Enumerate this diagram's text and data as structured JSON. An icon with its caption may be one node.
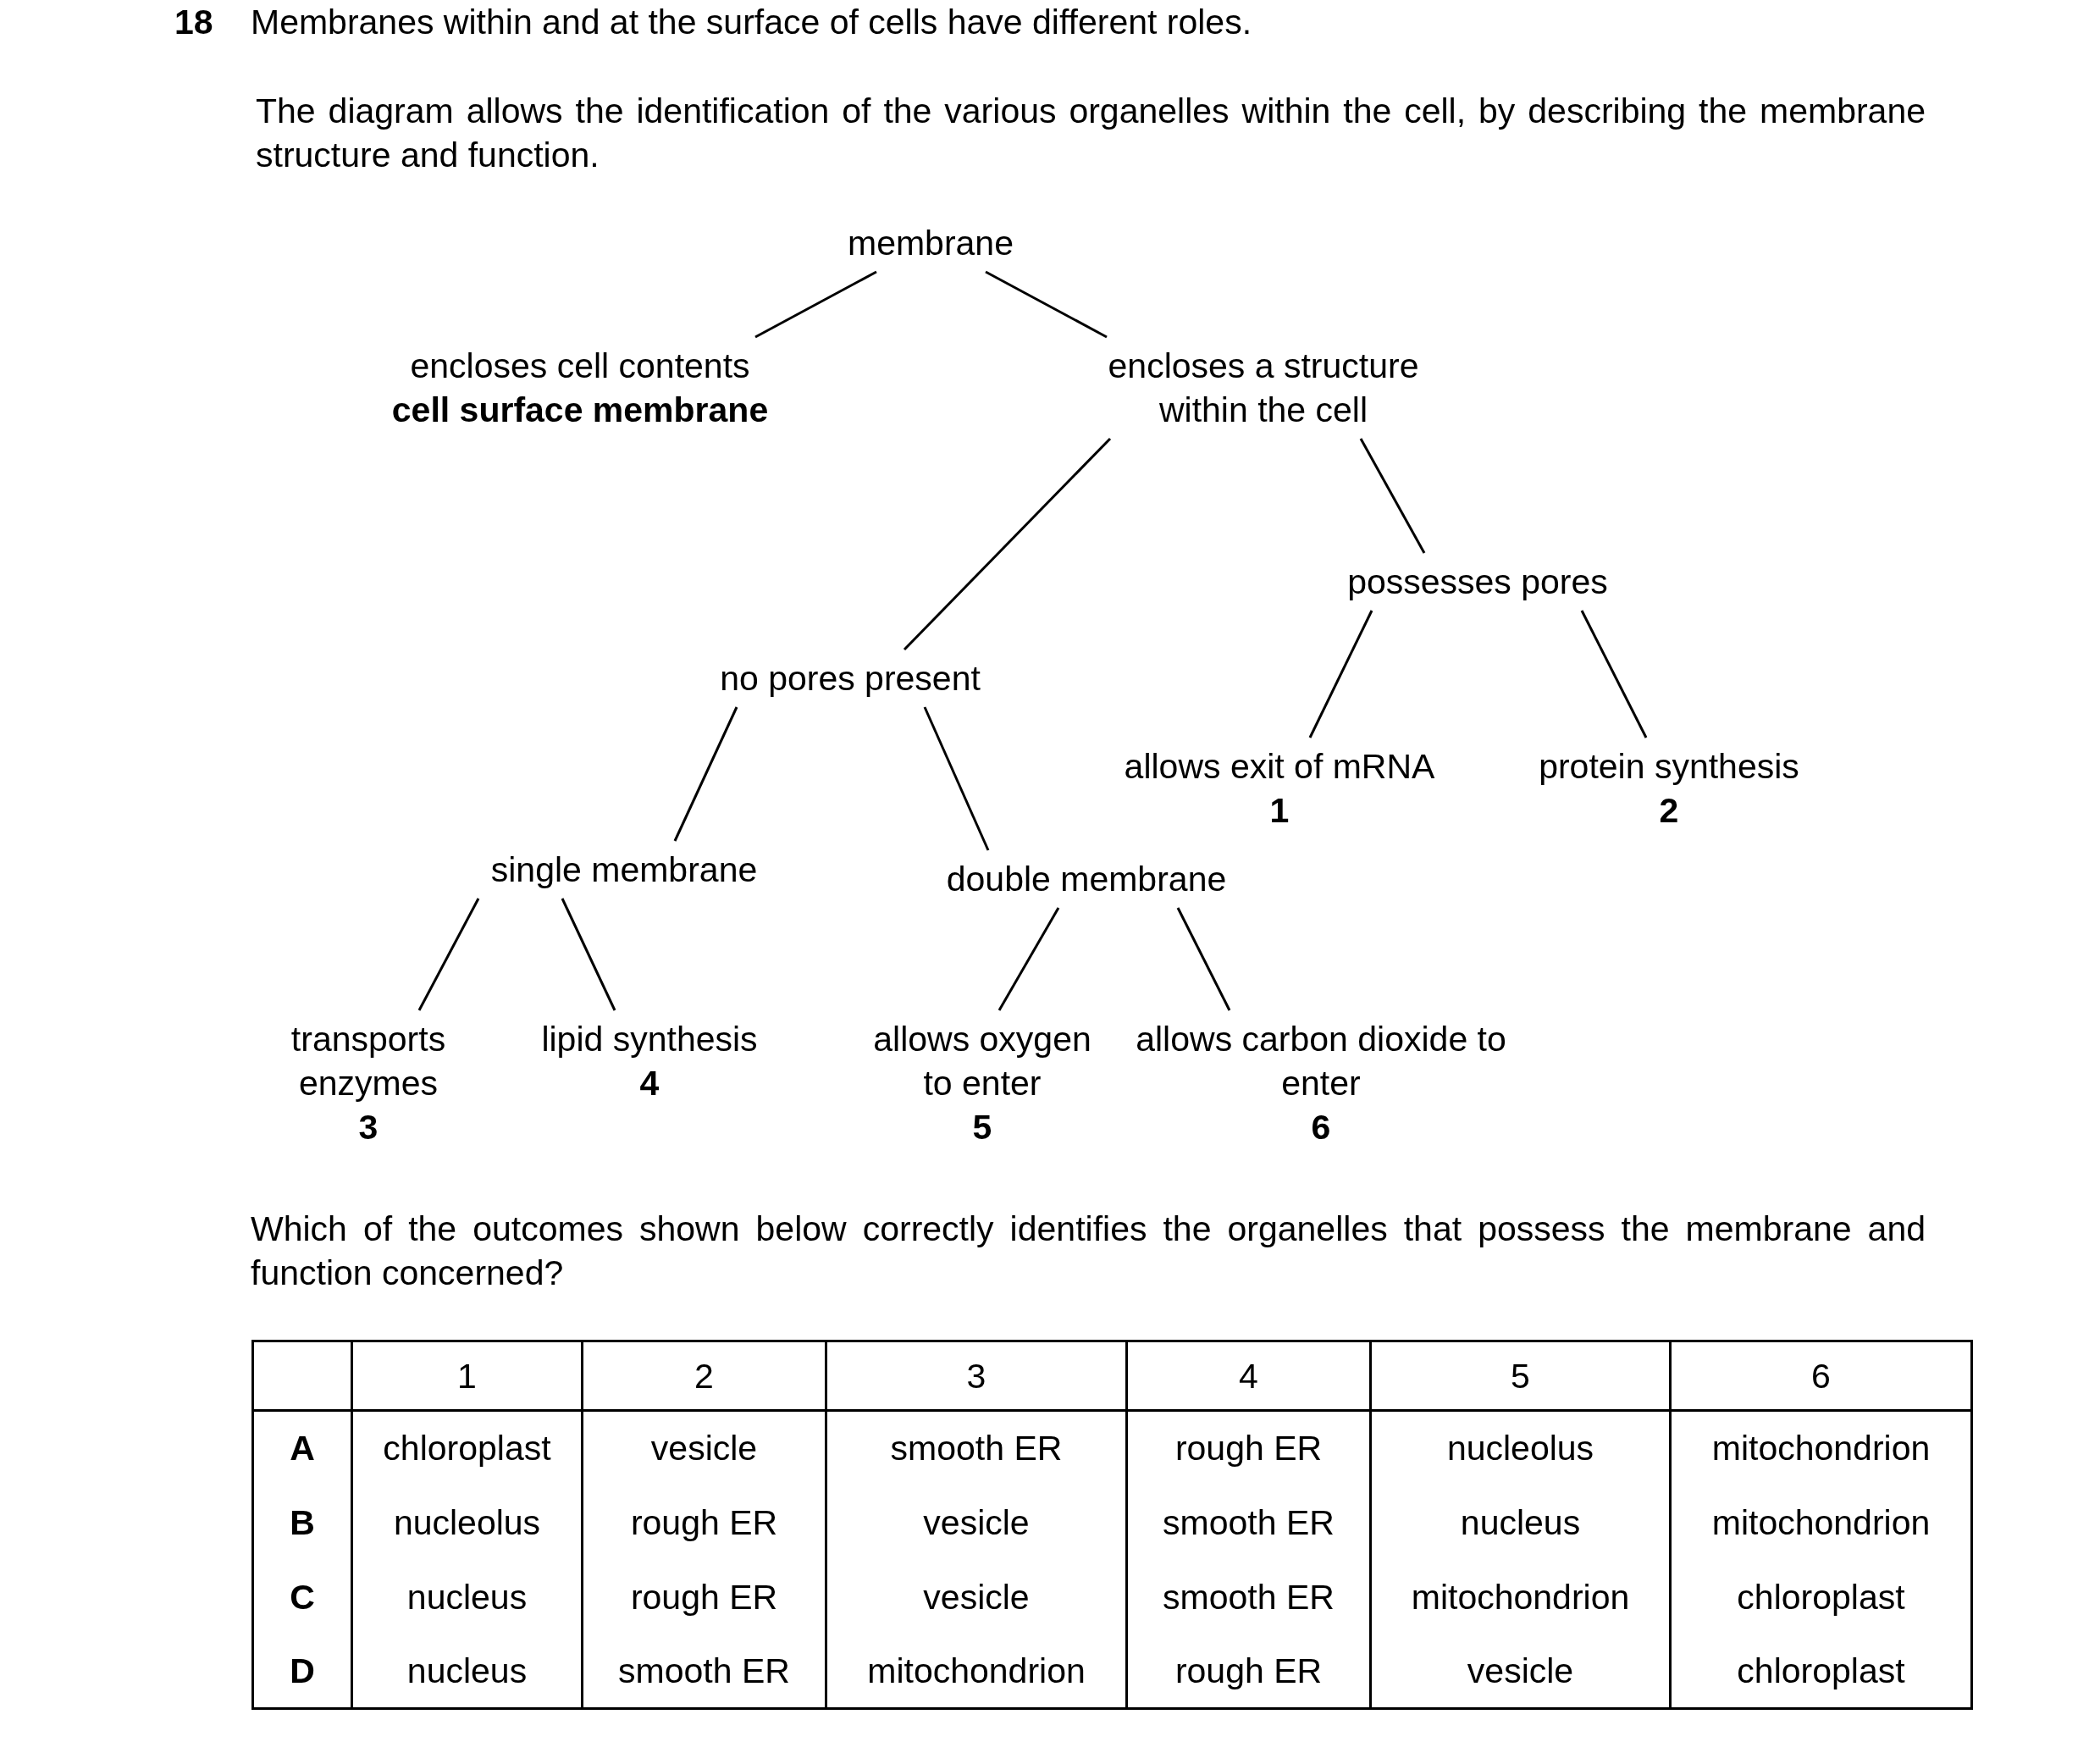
{
  "diagram": {
    "title": "Membranes within and at the surface of cells have different roles.",
    "nodes": [
      {
        "text": [
          "membrane"
        ]
      },
      {
        "text": [
          "encloses cell contents",
          "cell surface membrane"
        ]
      },
      {
        "text": [
          "encloses a structure within the cell"
        ]
      },
      {
        "text": [
          "possesses pores"
        ]
      },
      {
        "text": [
          "no pores present"
        ]
      },
      {
        "text": [
          "allows exit of mRNA",
          "1"
        ]
      },
      {
        "text": [
          "protein synthesis",
          "2"
        ]
      },
      {
        "text": [
          "single membrane"
        ]
      },
      {
        "text": [
          "double membrane"
        ]
      },
      {
        "text": [
          "transports enzymes",
          "3"
        ]
      },
      {
        "text": [
          "lipid synthesis",
          "4"
        ]
      },
      {
        "text": [
          "allows oxygen to enter",
          "5"
        ]
      },
      {
        "text": [
          "allows carbon dioxide to enter",
          "6"
        ]
      }
    ],
    "edges": [
      {
        "from": 0,
        "to": 1,
        "arrow": "none"
      },
      {
        "from": 0,
        "to": 2,
        "arrow": "none"
      },
      {
        "from": 2,
        "to": 4,
        "arrow": "none"
      },
      {
        "from": 2,
        "to": 3,
        "arrow": "none"
      },
      {
        "from": 3,
        "to": 5,
        "arrow": "none"
      },
      {
        "from": 3,
        "to": 6,
        "arrow": "none"
      },
      {
        "from": 4,
        "to": 7,
        "arrow": "none"
      },
      {
        "from": 4,
        "to": 8,
        "arrow": "none"
      },
      {
        "from": 7,
        "to": 9,
        "arrow": "none"
      },
      {
        "from": 7,
        "to": 10,
        "arrow": "none"
      },
      {
        "from": 8,
        "to": 11,
        "arrow": "none"
      },
      {
        "from": 8,
        "to": 12,
        "arrow": "none"
      }
    ],
    "labels": [
      "18",
      "The diagram allows the identification of the various organelles within the cell, by describing the membrane structure and function.",
      "Which of the outcomes shown below correctly identifies the organelles that possess the membrane and function concerned?",
      "1",
      "2",
      "3",
      "4",
      "5",
      "6",
      "A",
      "chloroplast",
      "vesicle",
      "smooth ER",
      "rough ER",
      "nucleolus",
      "mitochondrion",
      "B",
      "nucleolus",
      "rough ER",
      "vesicle",
      "smooth ER",
      "nucleus",
      "mitochondrion",
      "C",
      "nucleus",
      "rough ER",
      "vesicle",
      "smooth ER",
      "mitochondrion",
      "chloroplast",
      "D",
      "nucleus",
      "smooth ER",
      "mitochondrion",
      "rough ER",
      "vesicle",
      "chloroplast"
    ]
  }
}
